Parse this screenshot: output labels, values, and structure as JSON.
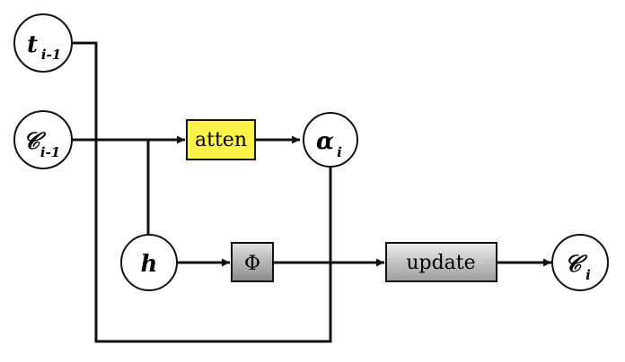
{
  "colors": {
    "stroke": "#111111",
    "atten_fill": "#fbf24a",
    "phi_fill_top": "#e2e2e2",
    "phi_fill_bottom": "#8a8a8a",
    "update_fill_top": "#ededed",
    "update_fill_bottom": "#9c9c9c"
  },
  "nodes": {
    "t_prev": {
      "main": "t",
      "sub": "i-1"
    },
    "c_prev": {
      "main": "𝒞",
      "sub": "i-1"
    },
    "alpha": {
      "main": "α",
      "sub": "i"
    },
    "h": {
      "main": "h"
    },
    "c_out": {
      "main": "𝒞",
      "sub": "i"
    }
  },
  "boxes": {
    "atten": "atten",
    "phi": "Φ",
    "update": "update"
  }
}
